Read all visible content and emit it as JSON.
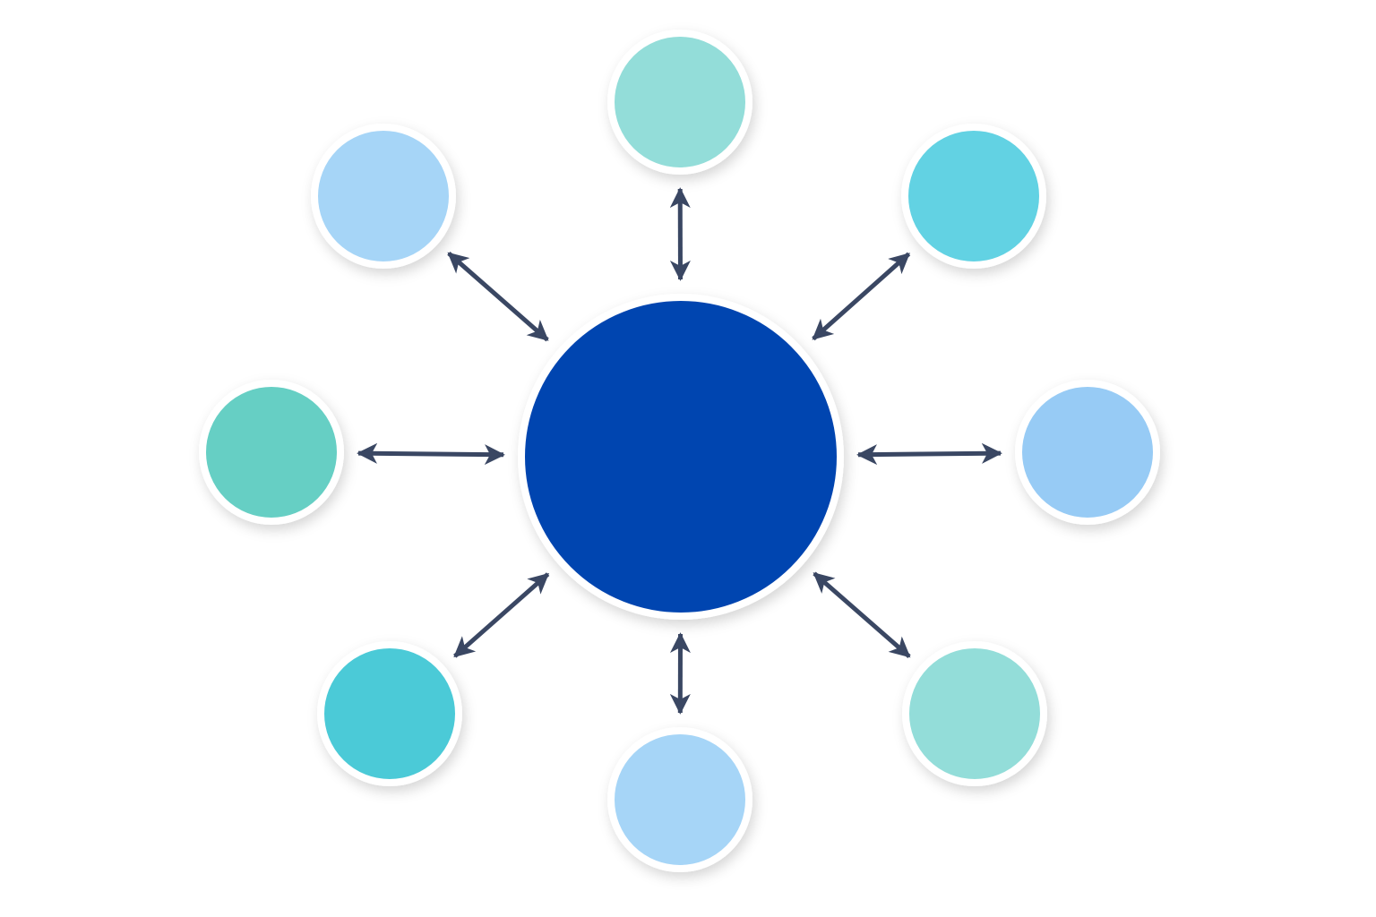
{
  "diagram": {
    "type": "hub-and-spoke",
    "connection": "bidirectional",
    "colors": {
      "background": "#ffffff",
      "hub_fill": "#0445b0",
      "node_border": "#ffffff",
      "arrow": "#3a4763"
    },
    "hub": {
      "name": "hub-node",
      "label": "",
      "color": "#0445b0"
    },
    "nodes": [
      {
        "name": "node-top",
        "position": "top",
        "label": "",
        "color": "#93ddd9"
      },
      {
        "name": "node-top-right",
        "position": "top-right",
        "label": "",
        "color": "#62d2e3"
      },
      {
        "name": "node-right",
        "position": "right",
        "label": "",
        "color": "#97cbf5"
      },
      {
        "name": "node-bottom-right",
        "position": "bottom-right",
        "label": "",
        "color": "#93ddd9"
      },
      {
        "name": "node-bottom",
        "position": "bottom",
        "label": "",
        "color": "#a6d5f7"
      },
      {
        "name": "node-bottom-left",
        "position": "bottom-left",
        "label": "",
        "color": "#4ccad7"
      },
      {
        "name": "node-left",
        "position": "left",
        "label": "",
        "color": "#66cfc4"
      },
      {
        "name": "node-top-left",
        "position": "top-left",
        "label": "",
        "color": "#a6d5f7"
      }
    ]
  }
}
